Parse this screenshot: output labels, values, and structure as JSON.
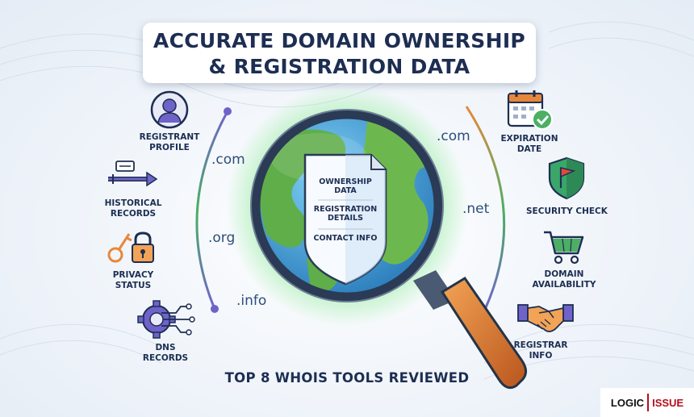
{
  "title": {
    "line1": "ACCURATE DOMAIN OWNERSHIP",
    "line2": "& REGISTRATION DATA"
  },
  "left_features": [
    {
      "icon": "user-profile-icon",
      "label": [
        "REGISTRANT",
        "PROFILE"
      ]
    },
    {
      "icon": "timeline-flag-icon",
      "label": [
        "HISTORICAL",
        "RECORDS"
      ]
    },
    {
      "icon": "key-lock-icon",
      "label": [
        "PRIVACY",
        "STATUS"
      ]
    },
    {
      "icon": "gear-circuit-icon",
      "label": [
        "DNS",
        "RECORDS"
      ]
    }
  ],
  "right_features": [
    {
      "icon": "calendar-check-icon",
      "label": [
        "EXPIRATION",
        "DATE"
      ]
    },
    {
      "icon": "shield-flag-icon",
      "label": [
        "SECURITY CHECK"
      ]
    },
    {
      "icon": "shopping-cart-icon",
      "label": [
        "DOMAIN",
        "AVAILABILITY"
      ]
    },
    {
      "icon": "handshake-icon",
      "label": [
        "REGISTRAR",
        "INFO"
      ]
    }
  ],
  "tlds": {
    "left": [
      ".com",
      ".org",
      ".info"
    ],
    "right": [
      ".com",
      ".net"
    ]
  },
  "document": {
    "items": [
      "OWNERSHIP",
      "DATA",
      "REGISTRATION",
      "DETAILS",
      "CONTACT INFO"
    ]
  },
  "footer": "TOP 8 WHOIS TOOLS REVIEWED",
  "brand": {
    "part1": "LOGIC",
    "part2": "ISSUE"
  },
  "colors": {
    "navy": "#1d2e52",
    "accent_purple": "#6f63c9",
    "accent_green": "#4caf64",
    "accent_orange": "#e8873a",
    "brand_red": "#b30d1d"
  }
}
